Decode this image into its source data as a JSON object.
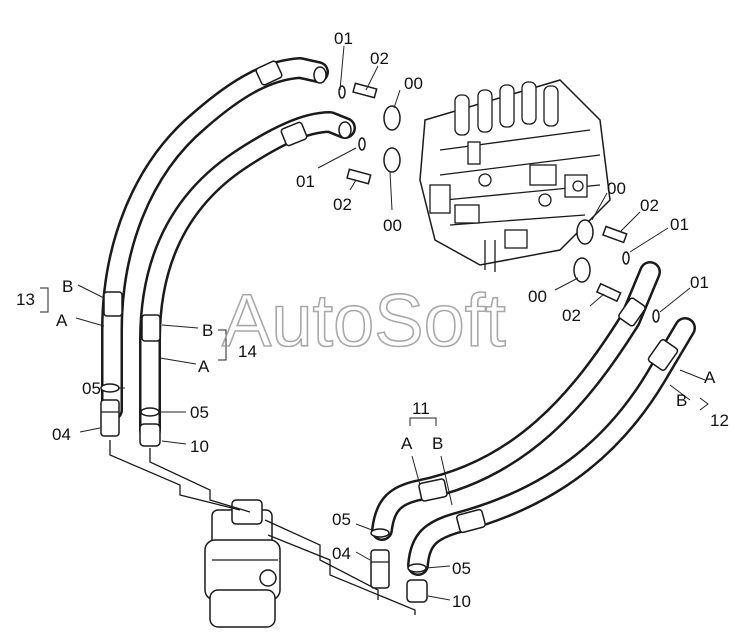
{
  "watermark": "AutoSoft",
  "labels": {
    "top_01": "01",
    "top_02": "02",
    "top_00": "00",
    "mid_01": "01",
    "mid_02": "02",
    "mid_00": "00",
    "right_00_top": "00",
    "right_02_top": "02",
    "right_01_top": "01",
    "right_00_low": "00",
    "right_02_low": "02",
    "right_01_low": "01",
    "left_13": "13",
    "left_B": "B",
    "left_A": "A",
    "mid_B": "B",
    "mid_A": "A",
    "mid_14": "14",
    "left_05": "05",
    "left_04": "04",
    "mid_05": "05",
    "mid_10": "10",
    "group_11": "11",
    "group_A": "A",
    "group_B": "B",
    "right_A": "A",
    "right_B": "B",
    "right_12": "12",
    "low_05a": "05",
    "low_04": "04",
    "low_05b": "05",
    "low_10": "10"
  }
}
